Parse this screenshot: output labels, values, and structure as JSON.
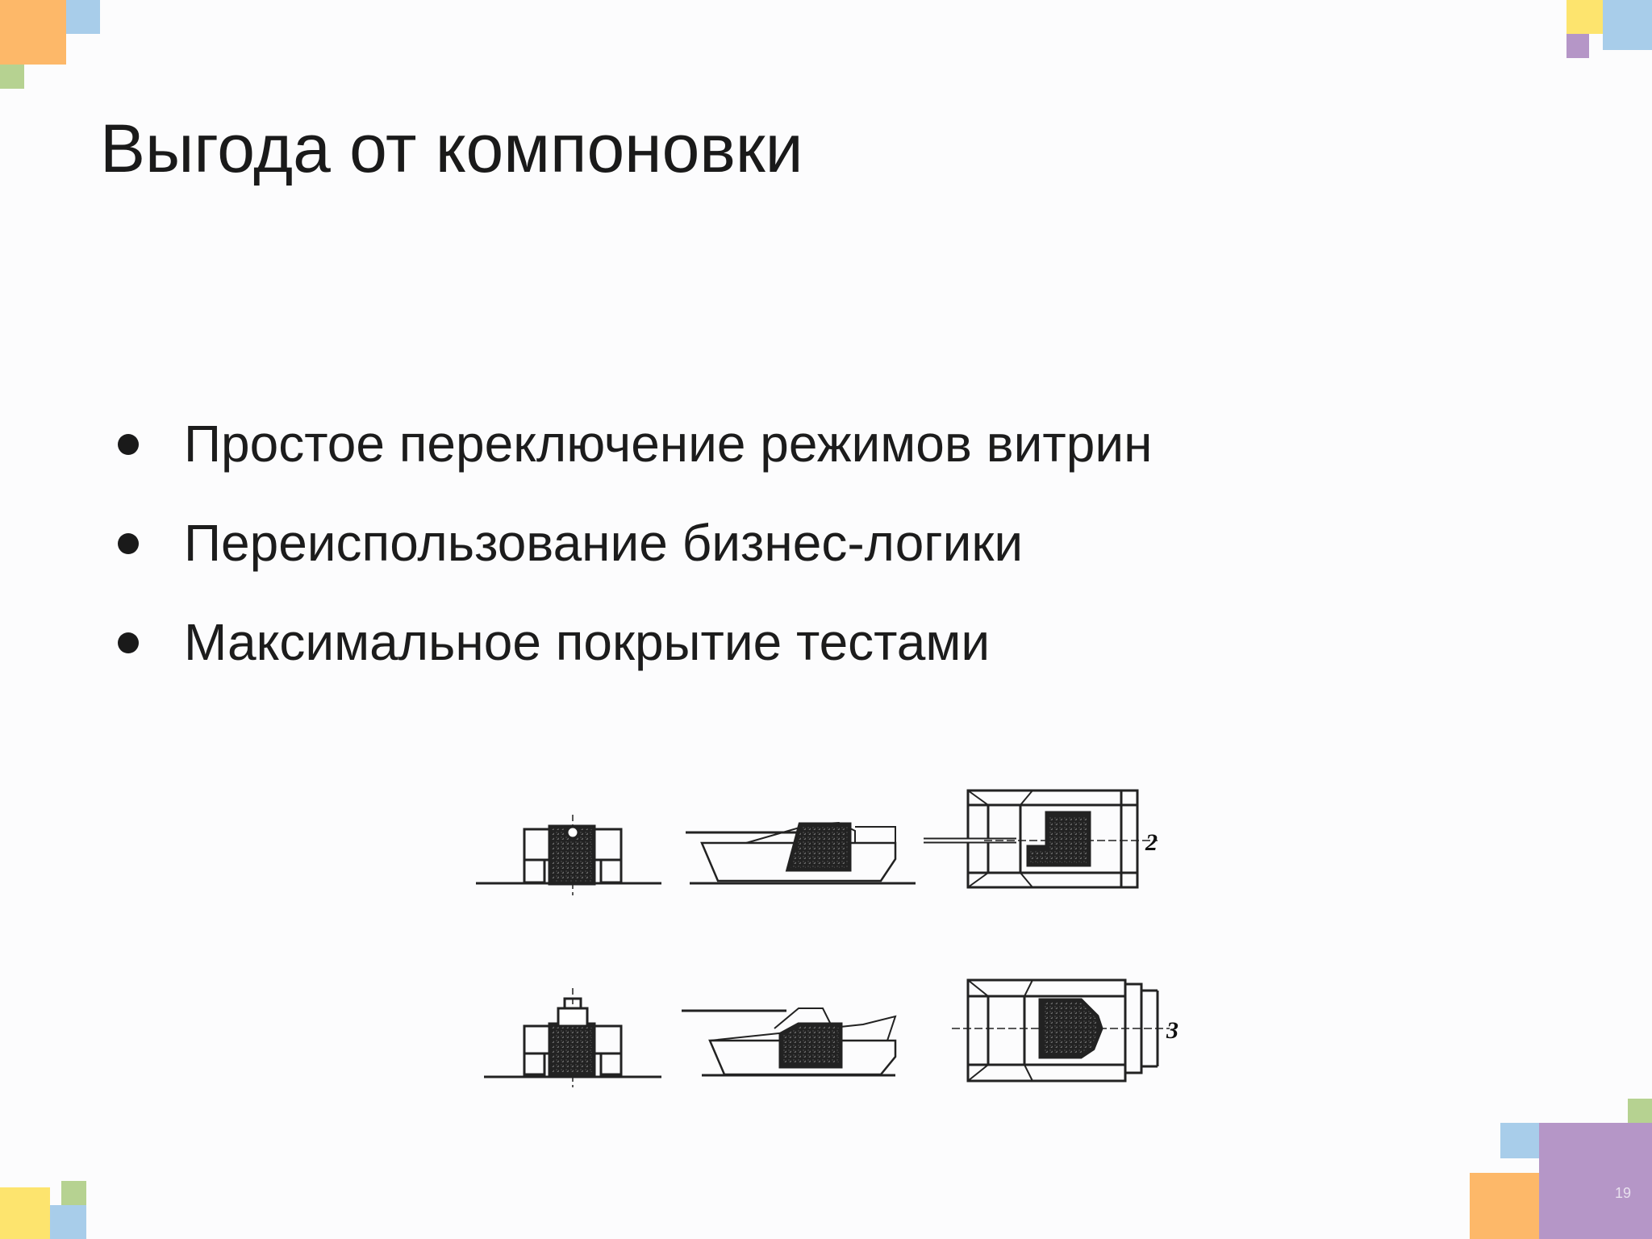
{
  "slide": {
    "title": "Выгода от компоновки",
    "bullets": [
      "Простое переключение режимов витрин",
      "Переиспользование бизнес-логики",
      "Максимальное покрытие тестами"
    ],
    "page_number": "19"
  },
  "diagram": {
    "label_row1": "2",
    "label_row2": "3"
  },
  "colors": {
    "orange": "#fdb869",
    "blue": "#a8cdea",
    "green": "#b6d291",
    "yellow": "#fde46e",
    "purple": "#b596c7"
  }
}
